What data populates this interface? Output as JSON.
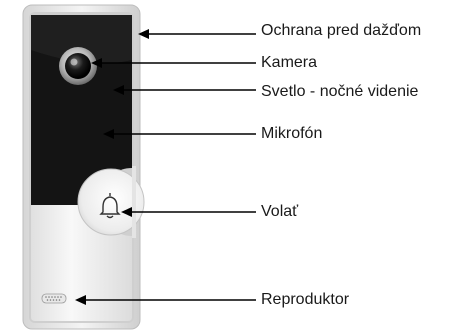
{
  "device": {
    "callout_labels": {
      "rain_guard": "Ochrana pred dažďom",
      "camera": "Kamera",
      "night_light": "Svetlo - nočné videnie",
      "microphone": "Mikrofón",
      "call_button": "Volať",
      "speaker": "Reproduktor"
    }
  },
  "colors": {
    "frame": "#e4e4e4",
    "black_panel": "#141414",
    "white_panel": "#f3f3f3",
    "button": "#eeeeee",
    "lines": "#000000",
    "text": "#1a1a1a"
  },
  "icons": {
    "call_button": "bell-icon",
    "speaker": "speaker-grille-icon",
    "camera": "camera-lens-icon"
  }
}
